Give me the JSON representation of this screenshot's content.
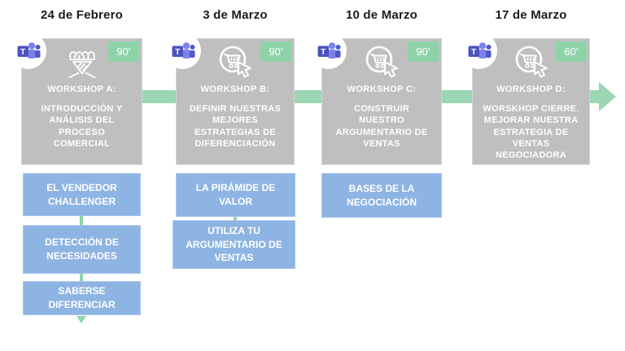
{
  "title": "Workshop timeline",
  "colors": {
    "gray_card": "#bfbfbf",
    "timeline_green": "#9ad7b2",
    "badge_green": "#8ed3a8",
    "connector_green": "#8fd4aa",
    "topic_blue": "#8eb4e3",
    "date_text": "#1c1c1c",
    "card_text": "#ffffff",
    "teams_purple_dark": "#4b53bc",
    "teams_purple_light": "#7b83eb"
  },
  "timeline": {
    "direction": "left-to-right",
    "arrow_icon": "arrow-right-icon"
  },
  "columns": [
    {
      "date": "24 de Febrero",
      "duration": "90’",
      "workshop": "WORKSHOP A:",
      "description": "INTRODUCCIÓN Y ANÁLISIS DEL PROCESO COMERCIAL",
      "icon": "storefront-icon",
      "meeting_icon": "teams-icon",
      "topics": [
        "EL VENDEDOR CHALLENGER",
        "DETECCIÓN DE NECESIDADES",
        "SABERSE DIFERENCIAR"
      ],
      "has_down_arrow": true
    },
    {
      "date": "3 de Marzo",
      "duration": "90’",
      "workshop": "WORKSHOP B:",
      "description": "DEFINIR NUESTRAS MEJORES ESTRATEGIAS DE DIFERENCIACIÓN",
      "icon": "cart-click-icon",
      "meeting_icon": "teams-icon",
      "topics": [
        "LA PIRÁMIDE DE VALOR",
        "UTILIZA TU ARGUMENTARIO DE VENTAS"
      ],
      "has_down_arrow": false
    },
    {
      "date": "10 de Marzo",
      "duration": "90’",
      "workshop": "WORKSHOP C:",
      "description": "CONSTRUIR NUESTRO ARGUMENTARIO DE VENTAS",
      "icon": "cart-click-icon",
      "meeting_icon": "teams-icon",
      "topics": [
        "BASES DE LA NEGOCIACIÓN"
      ],
      "has_down_arrow": false
    },
    {
      "date": "17 de Marzo",
      "duration": "60’",
      "workshop": "WORKSHOP D:",
      "description": "WORSKHOP CIERRE. MEJORAR NUESTRA ESTRATEGIA DE VENTAS NEGOCIADORA",
      "icon": "cart-click-icon",
      "meeting_icon": "teams-icon",
      "topics": [],
      "has_down_arrow": false
    }
  ]
}
